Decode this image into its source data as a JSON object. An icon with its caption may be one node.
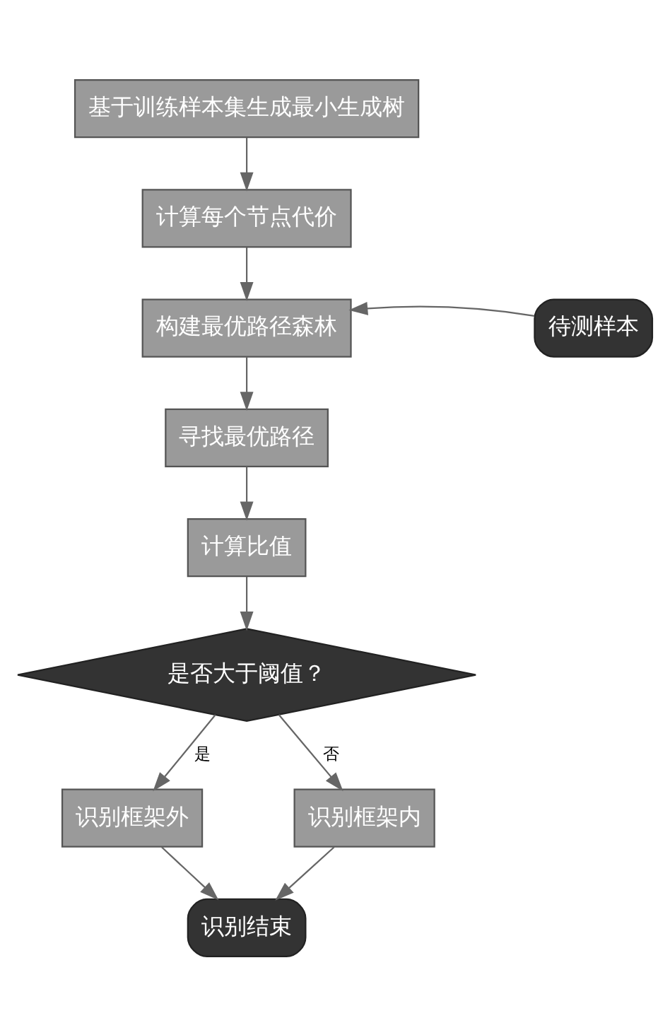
{
  "diagram": {
    "nodes": [
      {
        "text": [
          "基于训练样本集生成最小生成树"
        ]
      },
      {
        "text": [
          "计算每个节点代价"
        ]
      },
      {
        "text": [
          "构建最优路径森林"
        ]
      },
      {
        "text": [
          "待测样本"
        ]
      },
      {
        "text": [
          "寻找最优路径"
        ]
      },
      {
        "text": [
          "计算比值"
        ]
      },
      {
        "text": [
          "是否大于阈值？"
        ]
      },
      {
        "text": [
          "识别框架外"
        ]
      },
      {
        "text": [
          "识别框架内"
        ]
      },
      {
        "text": [
          "识别结束"
        ]
      }
    ],
    "edges": [
      {
        "from": 0,
        "to": 1,
        "arrow": "to"
      },
      {
        "from": 1,
        "to": 2,
        "arrow": "to"
      },
      {
        "from": 3,
        "to": 2,
        "arrow": "to"
      },
      {
        "from": 2,
        "to": 4,
        "arrow": "to"
      },
      {
        "from": 4,
        "to": 5,
        "arrow": "to"
      },
      {
        "from": 5,
        "to": 6,
        "arrow": "to"
      },
      {
        "from": 6,
        "to": 7,
        "arrow": "to",
        "label": "是"
      },
      {
        "from": 6,
        "to": 8,
        "arrow": "to",
        "label": "否"
      },
      {
        "from": 7,
        "to": 9,
        "arrow": "to"
      },
      {
        "from": 8,
        "to": 9,
        "arrow": "to"
      }
    ]
  }
}
